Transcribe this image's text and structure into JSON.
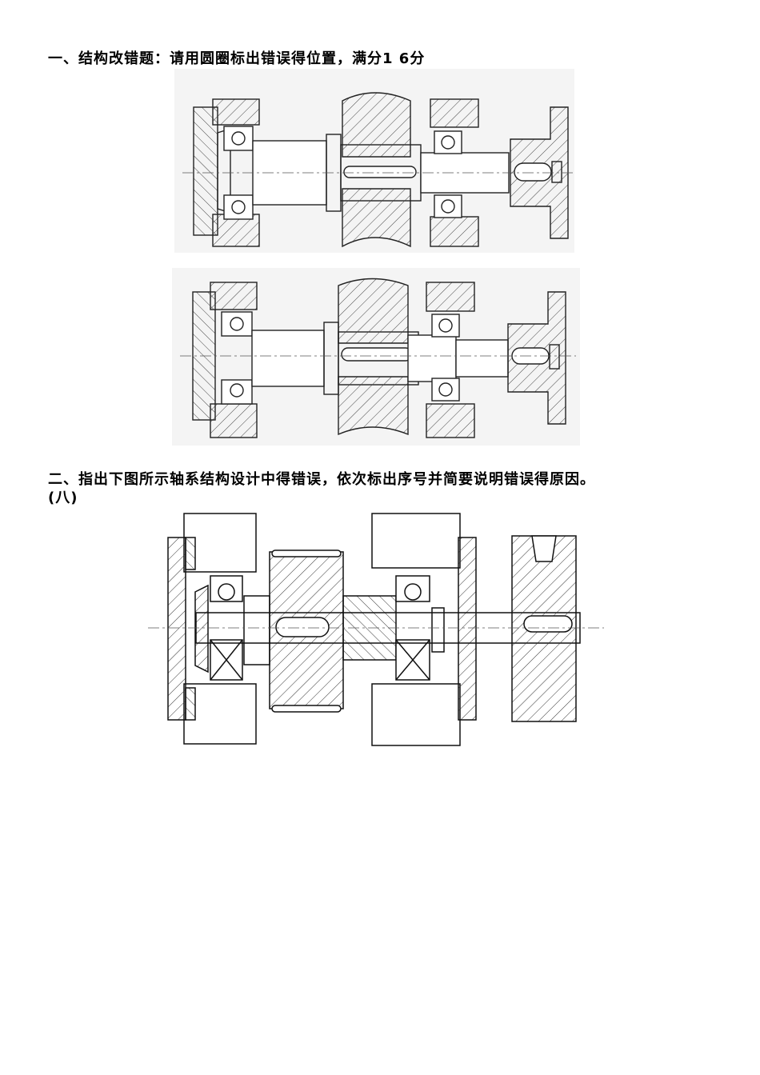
{
  "questions": {
    "q1": "一、结构改错题：请用圆圈标出错误得位置，满分1 6分",
    "q2": "二、指出下图所示轴系结构设计中得错误，依次标出序号并简要说明错误得原因。",
    "q2_sub": "(八)"
  },
  "figures": {
    "fig1": "shaft-assembly-drawing-1",
    "fig2": "shaft-assembly-drawing-2",
    "fig3": "shaft-assembly-drawing-3"
  }
}
